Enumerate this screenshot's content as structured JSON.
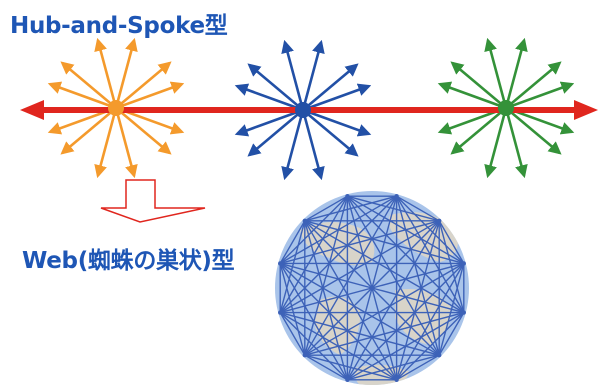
{
  "labels": {
    "hub_and_spoke": "Hub-and-Spoke型",
    "web": "Web(蜘蛛の巣状)型"
  },
  "colors": {
    "label_text": "#1e56b5",
    "backbone": "#e0261e",
    "hub_orange": "#f49a2c",
    "hub_blue": "#2250a6",
    "hub_green": "#349239",
    "transition_arrow": "#e0261e",
    "web_lines": "#3d62b8",
    "globe_ocean": "#a9c4ea",
    "globe_land": "#d9d3c4"
  },
  "hubs": [
    {
      "name": "orange-hub",
      "color_key": "hub_orange"
    },
    {
      "name": "blue-hub",
      "color_key": "hub_blue"
    },
    {
      "name": "green-hub",
      "color_key": "hub_green"
    }
  ],
  "web_nodes": 12
}
